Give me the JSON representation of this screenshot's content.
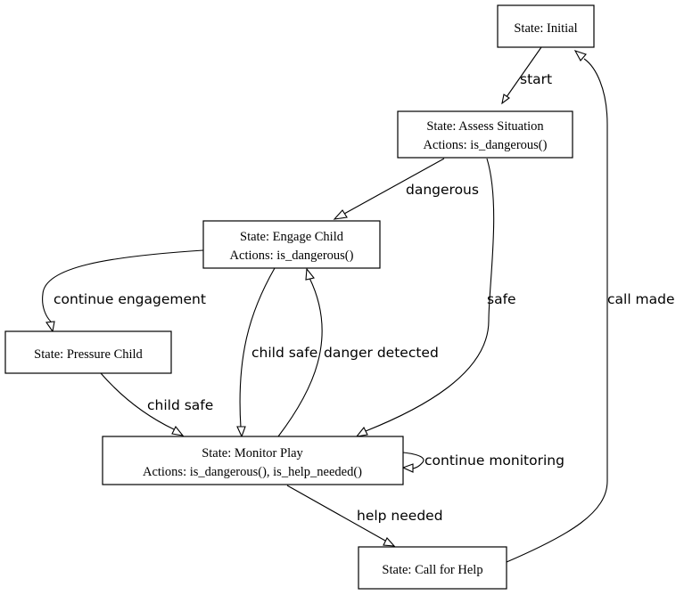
{
  "nodes": {
    "initial": {
      "lines": [
        "State: Initial"
      ]
    },
    "assess": {
      "lines": [
        "State: Assess Situation",
        "Actions: is_dangerous()"
      ]
    },
    "engage": {
      "lines": [
        "State: Engage Child",
        "Actions: is_dangerous()"
      ]
    },
    "pressure": {
      "lines": [
        "State: Pressure Child"
      ]
    },
    "monitor": {
      "lines": [
        "State: Monitor Play",
        "Actions: is_dangerous(), is_help_needed()"
      ]
    },
    "help": {
      "lines": [
        "State: Call for Help"
      ]
    }
  },
  "edges": {
    "start": {
      "from": "initial",
      "to": "assess",
      "label": "start"
    },
    "dangerous": {
      "from": "assess",
      "to": "engage",
      "label": "dangerous"
    },
    "safe": {
      "from": "assess",
      "to": "monitor",
      "label": "safe"
    },
    "continue_engagement": {
      "from": "engage",
      "to": "pressure",
      "label": "continue engagement"
    },
    "child_safe_engage": {
      "from": "engage",
      "to": "monitor",
      "label": "child safe"
    },
    "danger_detected": {
      "from": "monitor",
      "to": "engage",
      "label": "danger detected"
    },
    "child_safe_pressure": {
      "from": "pressure",
      "to": "monitor",
      "label": "child safe"
    },
    "continue_monitoring": {
      "from": "monitor",
      "to": "monitor",
      "label": "continue monitoring"
    },
    "help_needed": {
      "from": "monitor",
      "to": "help",
      "label": "help needed"
    },
    "call_made": {
      "from": "help",
      "to": "initial",
      "label": "call made"
    }
  }
}
